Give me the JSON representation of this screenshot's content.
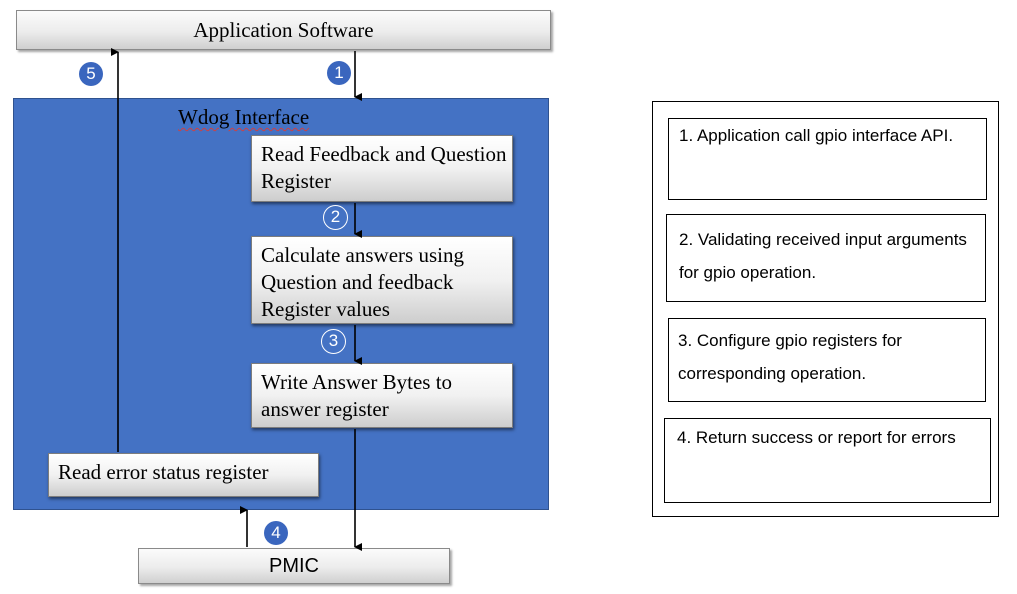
{
  "diagram": {
    "app_software": "Application Software",
    "interface_title": "Wdog Interface",
    "steps": [
      "Read Feedback and Question Register",
      "Calculate answers using Question and feedback Register values",
      "Write Answer Bytes to answer register"
    ],
    "read_error": "Read error status register",
    "pmic": "PMIC",
    "markers": [
      "1",
      "2",
      "3",
      "4",
      "5"
    ]
  },
  "legend": {
    "items": [
      "1. Application call gpio interface API.",
      "2. Validating received input arguments for gpio operation.",
      "3. Configure gpio registers for corresponding operation.",
      "4. Return success or report for errors"
    ]
  },
  "colors": {
    "panel_blue": "#4472c4",
    "badge_blue": "#3a66be"
  }
}
